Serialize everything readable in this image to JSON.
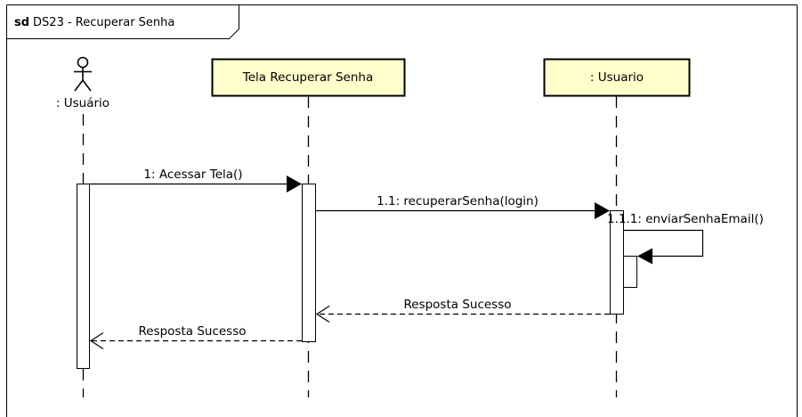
{
  "frame": {
    "keyword": "sd",
    "title": "DS23 - Recuperar Senha"
  },
  "lifelines": [
    {
      "id": "usuario-actor",
      "kind": "actor",
      "label": ": Usuário"
    },
    {
      "id": "tela",
      "kind": "object",
      "label": "Tela Recuperar Senha"
    },
    {
      "id": "usuario-obj",
      "kind": "object",
      "label": ": Usuario"
    }
  ],
  "messages": [
    {
      "label": "1: Acessar Tela()",
      "type": "sync"
    },
    {
      "label": "1.1: recuperarSenha(login)",
      "type": "sync"
    },
    {
      "label": "1.1.1: enviarSenhaEmail()",
      "type": "self"
    },
    {
      "label": "Resposta Sucesso",
      "type": "return"
    },
    {
      "label": "Resposta Sucesso",
      "type": "return"
    }
  ],
  "colors": {
    "object_fill": "#FFFFCC",
    "stroke": "#000000",
    "background": "#FFFFFF"
  }
}
